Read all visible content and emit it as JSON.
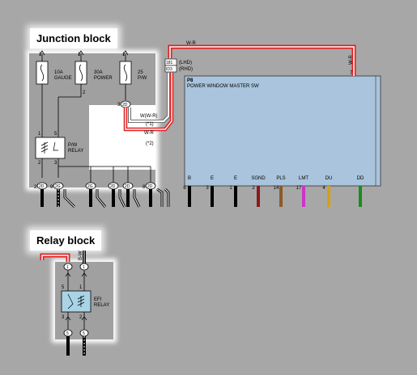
{
  "junction_block": {
    "title": "Junction block",
    "fuses": [
      {
        "pin": "1",
        "amps": "10A",
        "name": "GAUGE"
      },
      {
        "pin": "1",
        "amps": "30A",
        "name": "POWER"
      },
      {
        "pin": "1",
        "amps": "25",
        "name": "P/W"
      }
    ],
    "fuse_out_pin": "2",
    "relay": {
      "name": "P/W",
      "name2": "RELAY",
      "pins": {
        "top_left": "1",
        "top_right": "5",
        "bottom_left": "2",
        "bottom_right": "3"
      }
    },
    "p_connector_pin": "3",
    "p_connector_label": "2D",
    "connectors": [
      {
        "pin": "2",
        "label": "2D"
      },
      {
        "pin": "9",
        "label": "2G"
      },
      {
        "pin": "",
        "label": "2G"
      },
      {
        "pin": "",
        "label": "2D"
      },
      {
        "pin": "",
        "label": "2D"
      },
      {
        "pin": "8",
        "label": "2D"
      }
    ]
  },
  "switch": {
    "id": "P8",
    "name": "POWER WINDOW MASTER SW",
    "pin_lhd": "181",
    "pin_rhd": "ID3",
    "lhd": "(LHD)",
    "rhd": "(RHD)",
    "pin7": "7",
    "terminals": [
      {
        "name": "B",
        "pin": "6",
        "color": "#000000"
      },
      {
        "name": "E",
        "pin": "3",
        "color": "#000000"
      },
      {
        "name": "E",
        "pin": "1",
        "color": "#000000"
      },
      {
        "name": "SGND",
        "pin": "2",
        "color": "#8b1a1a"
      },
      {
        "name": "PLS",
        "pin": "14",
        "color": "#8b5a2b"
      },
      {
        "name": "LMT",
        "pin": "17",
        "color": "#cc33cc"
      },
      {
        "name": "DU",
        "pin": "4",
        "color": "#d4a017"
      },
      {
        "name": "DD",
        "pin": "",
        "color": "#1a8c1a"
      }
    ]
  },
  "wires": {
    "top": "W-R",
    "right": "W-R",
    "mid1": "W(W-R)",
    "mid1_note": "(*1)",
    "mid2": "W-R",
    "mid2_note": "(*2)"
  },
  "relay_block": {
    "title": "Relay block",
    "wire": "B-W",
    "relay": {
      "name": "EFI",
      "name2": "RELAY",
      "pins": {
        "top_left": "5",
        "top_right": "1",
        "bottom_left": "3",
        "bottom_right": "2"
      }
    },
    "conn_top_left": "1",
    "conn_top_right": "1",
    "conn_bottom_left": "5",
    "conn_bottom_right": "5"
  },
  "colors": {
    "background": "#a7a7a7",
    "switch_body": "#a9c4dc",
    "block_bg": "#a0a0a0",
    "wire_red": "#e02020",
    "relay_fill": "#a9d4e6"
  }
}
